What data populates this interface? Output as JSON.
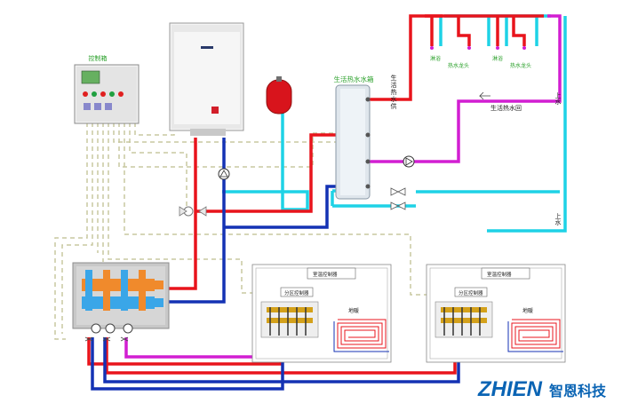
{
  "labels": {
    "control_box": "控制箱",
    "hot_water_tank": "生活热水水箱",
    "dhw_supply": "生活热水供",
    "dhw_return": "生活热水回",
    "fixtures": [
      "淋浴",
      "热水龙头",
      "淋浴",
      "热水龙头"
    ],
    "cold_in_top": "上水",
    "cold_in_bottom": "上水",
    "room_ctrl_1": "室温控制器",
    "room_ctrl_2": "室温控制器",
    "zone_ctrl_1": "分区控制器",
    "zone_ctrl_2": "分区控制器",
    "floor_heat_1": "地暖",
    "floor_heat_2": "地暖",
    "brand_latin": "ZHIEN",
    "brand_cn": "智恩科技"
  },
  "colors": {
    "supply_hot": "#e8141c",
    "return_cold": "#1432b4",
    "dhw_hot_return": "#d21ed2",
    "cold_water": "#1ed2e6",
    "control_wire": "#c8c8a0",
    "brand": "#0a64b4"
  }
}
